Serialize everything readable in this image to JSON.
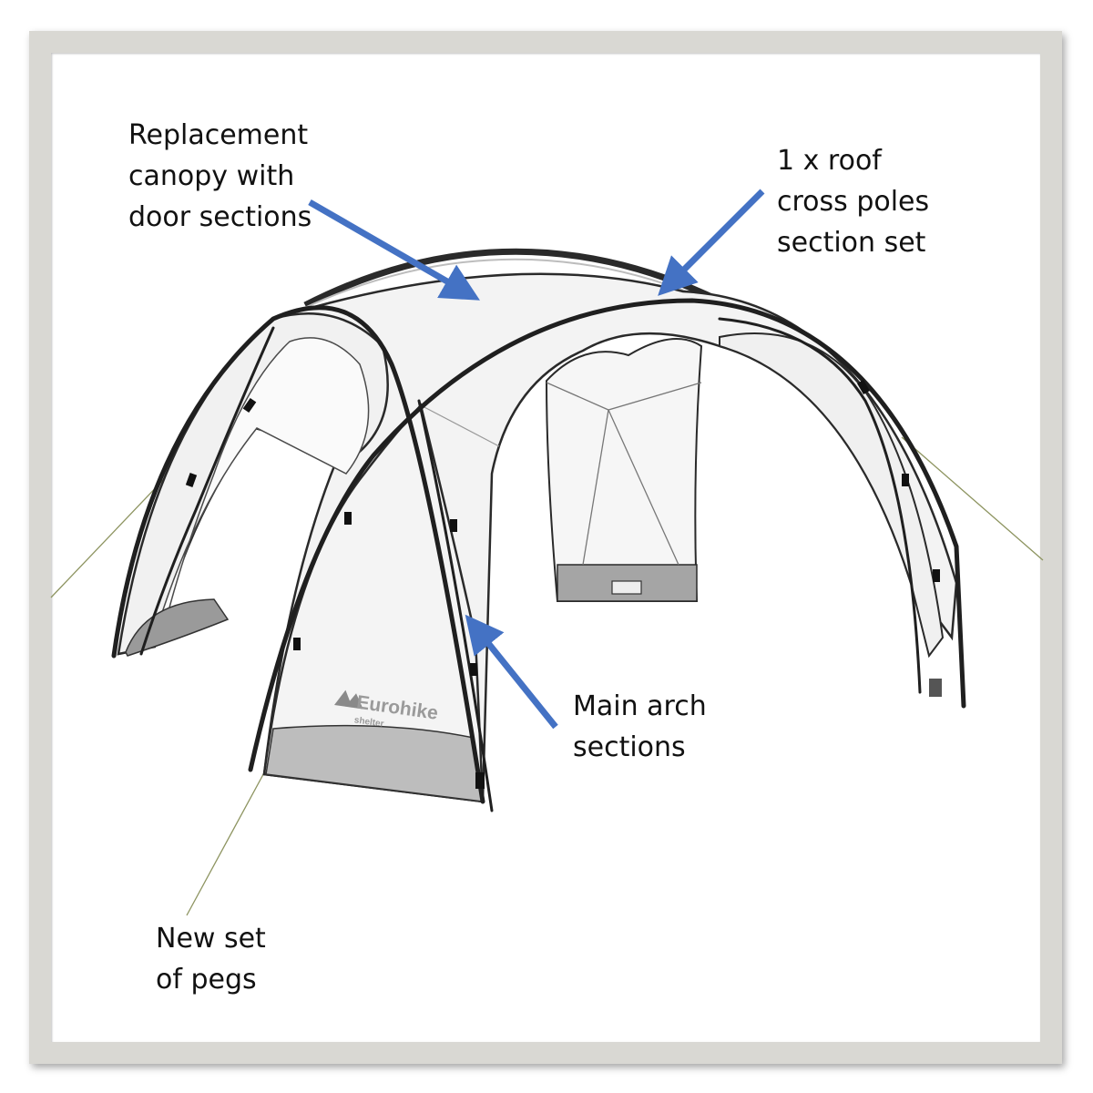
{
  "labels": {
    "canopy": [
      "Replacement",
      "canopy with",
      "door sections"
    ],
    "cross_poles": [
      "1 x roof",
      "cross poles",
      "section set"
    ],
    "main_arch": [
      "Main arch",
      "sections"
    ],
    "pegs": [
      "New set",
      "of pegs"
    ]
  },
  "brand": {
    "name": "Eurohike",
    "sub": "shelter"
  },
  "colors": {
    "arrow": "#4472c4",
    "frame": "#d9d8d3",
    "pole": "#2a2a2a",
    "fabric": "#f3f3f3",
    "guyline": "#8d9460"
  }
}
